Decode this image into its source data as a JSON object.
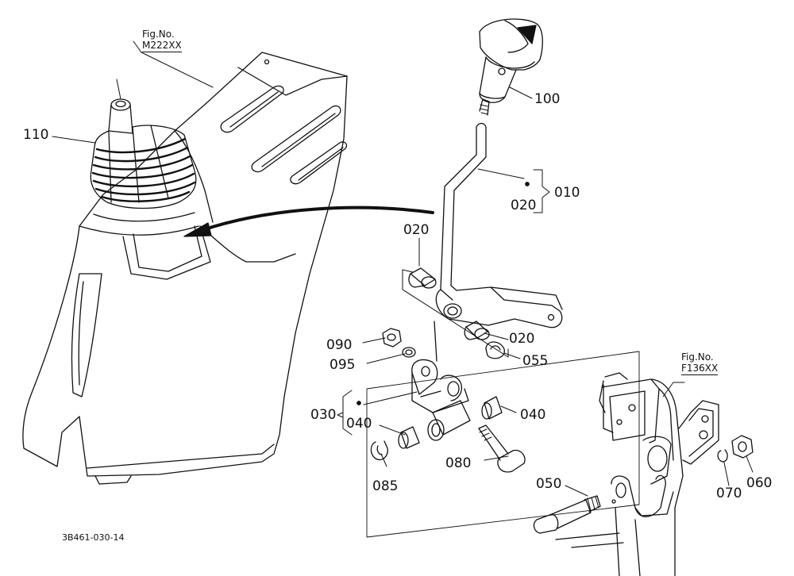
{
  "figure_refs": {
    "top": {
      "line1": "Fig.No.",
      "line2": "M222XX"
    },
    "right": {
      "line1": "Fig.No.",
      "line2": "F136XX"
    }
  },
  "callouts": {
    "p010": "010",
    "p020_group": "020",
    "p020_upper": "020",
    "p020_lower": "020",
    "p030": "030",
    "p040_left": "040",
    "p040_right": "040",
    "p050": "050",
    "p055": "055",
    "p060": "060",
    "p070": "070",
    "p080": "080",
    "p085": "085",
    "p090": "090",
    "p095": "095",
    "p100": "100",
    "p110": "110"
  },
  "diagram_code": "3B461-030-14"
}
